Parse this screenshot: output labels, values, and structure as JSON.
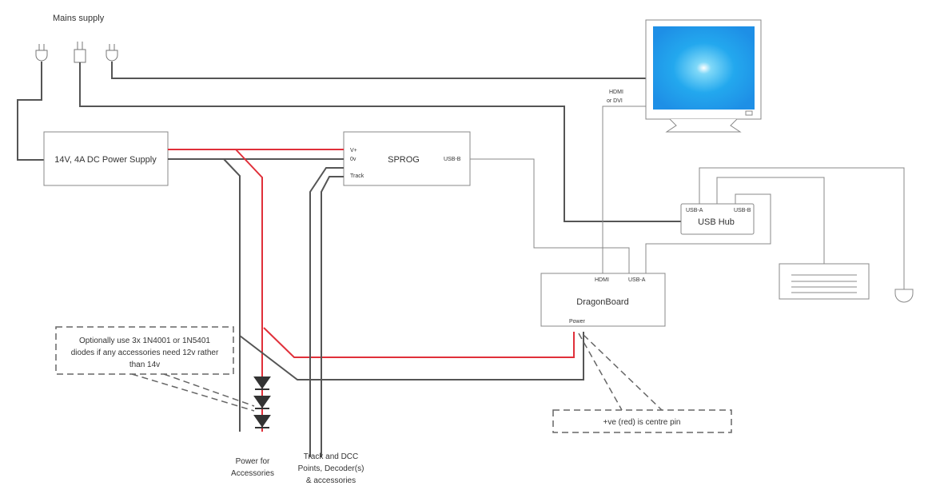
{
  "mains": {
    "label": "Mains supply"
  },
  "psu": {
    "label": "14V, 4A DC Power Supply"
  },
  "sprog": {
    "label": "SPROG",
    "vplus": "V+",
    "zero_v": "0v",
    "track": "Track",
    "usb_b": "USB-B"
  },
  "monitor": {
    "cable_label_1": "HDMI",
    "cable_label_2": "or DVI",
    "screen_color": "#1e9be8"
  },
  "usb_hub": {
    "label": "USB Hub",
    "port_a": "USB-A",
    "port_b": "USB-B"
  },
  "dragonboard": {
    "label": "DragonBoard",
    "hdmi": "HDMI",
    "usb_a": "USB-A",
    "power": "Power"
  },
  "note_diodes": {
    "lines": [
      "Optionally use 3x 1N4001 or 1N5401",
      "diodes if any accessories need 12v rather",
      "than 14v"
    ]
  },
  "note_pin": {
    "label": "+ve (red) is centre pin"
  },
  "accessories": {
    "lines": [
      "Power for",
      "Accessories"
    ]
  },
  "track_output": {
    "lines": [
      "Track and DCC",
      "Points,  Decoder(s)",
      "&  accessories"
    ]
  },
  "colors": {
    "positive_wire": "#e0303a",
    "wire": "#555555"
  }
}
